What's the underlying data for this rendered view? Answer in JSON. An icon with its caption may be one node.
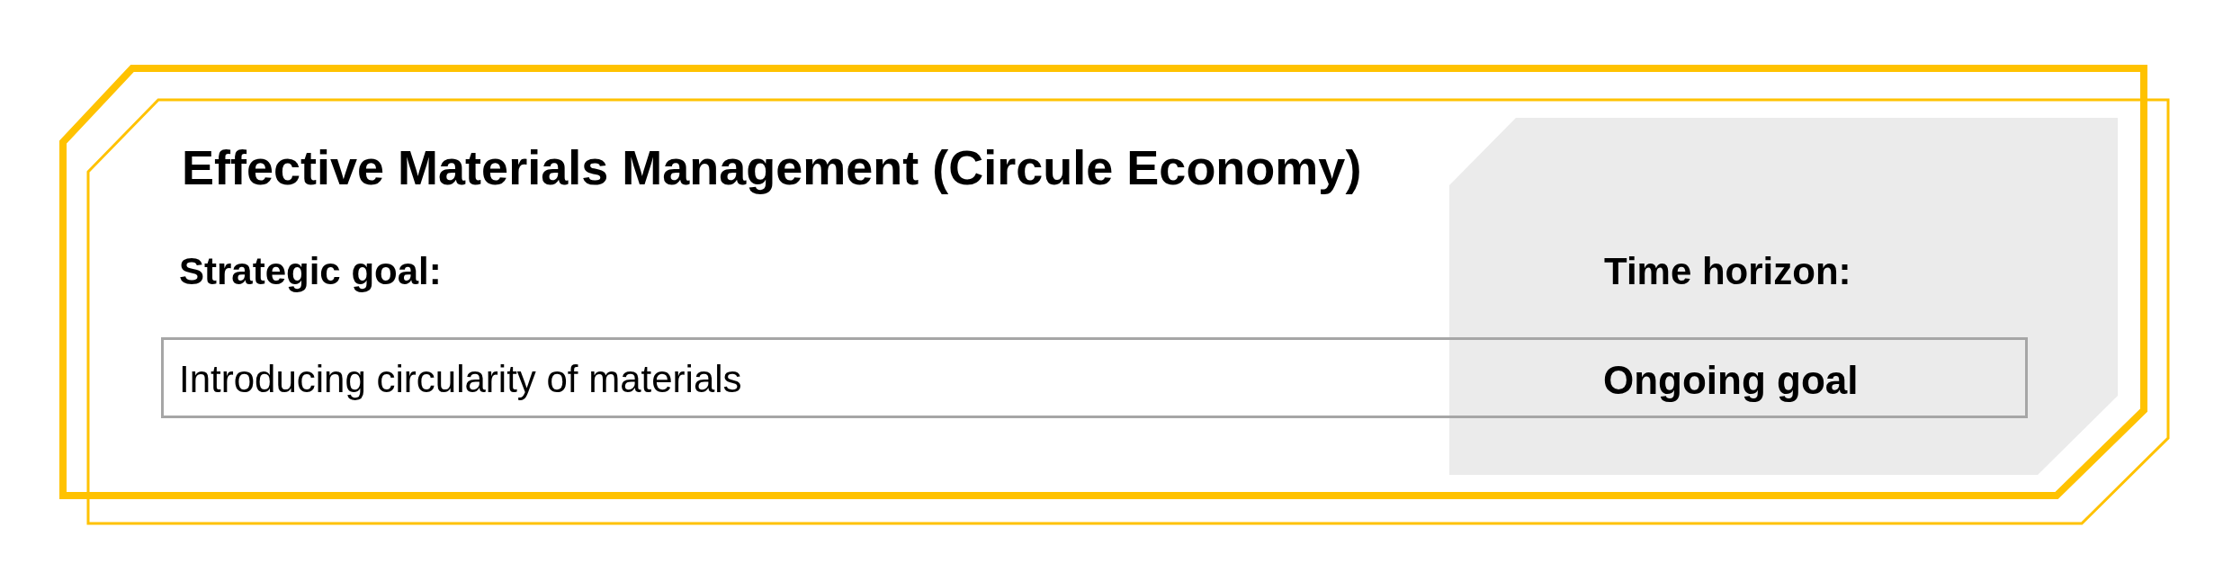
{
  "diagram": {
    "title": "Effective Materials Management (Circule Economy)",
    "nodes": [
      {
        "text": [
          "Introducing circularity of materials",
          "Ongoing goal"
        ]
      }
    ],
    "labels": [
      "Strategic goal:",
      "Time horizon:"
    ]
  }
}
